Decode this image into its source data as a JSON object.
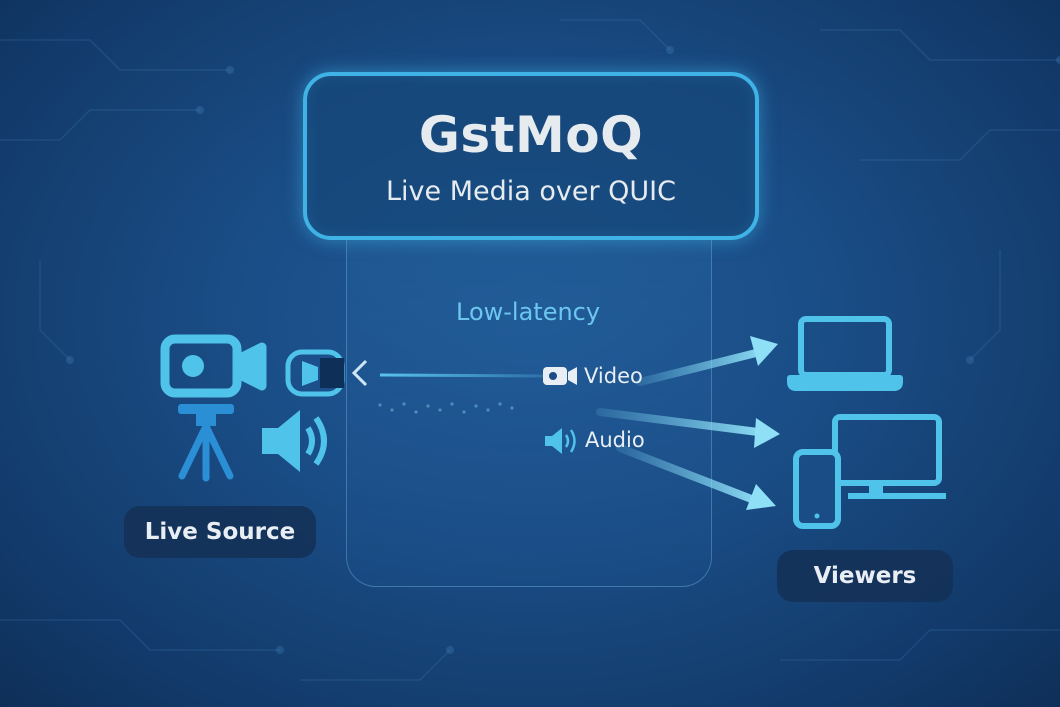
{
  "header": {
    "title": "GstMoQ",
    "subtitle": "Live Media over QUIC"
  },
  "transport": {
    "latency_label": "Low-latency",
    "streams": [
      {
        "label": "Video",
        "icon": "video-camera-icon"
      },
      {
        "label": "Audio",
        "icon": "speaker-icon"
      }
    ]
  },
  "source": {
    "label": "Live Source",
    "icons": [
      "video-camera-icon",
      "tripod-icon",
      "speaker-icon",
      "encoder-icon"
    ]
  },
  "viewers": {
    "label": "Viewers",
    "devices": [
      "laptop-icon",
      "desktop-monitor-icon",
      "smartphone-icon"
    ]
  },
  "colors": {
    "background": "#1a4d86",
    "accent": "#3fb3e6",
    "icon": "#4fc3ea",
    "text": "#e6ebef"
  }
}
